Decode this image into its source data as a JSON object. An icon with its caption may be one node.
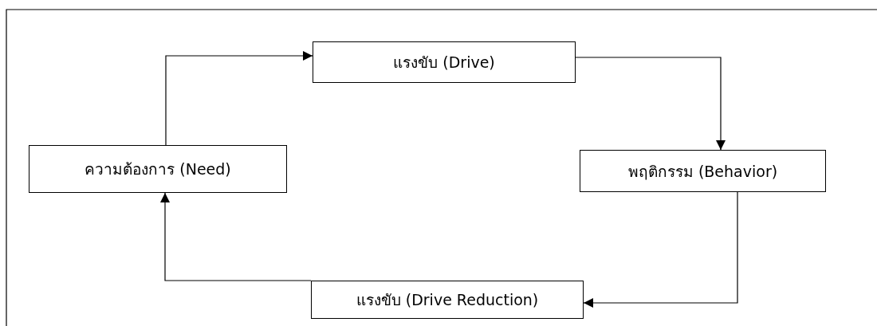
{
  "diagram": {
    "nodes": [
      {
        "text": [
          "ความต้องการ (Need)"
        ]
      },
      {
        "text": [
          "แรงขับ (Drive)"
        ]
      },
      {
        "text": [
          "พฤติกรรม (Behavior)"
        ]
      },
      {
        "text": [
          "แรงขับ (Drive Reduction)"
        ]
      }
    ],
    "edges": [
      {
        "from": 0,
        "to": 1,
        "arrow": "to"
      },
      {
        "from": 1,
        "to": 2,
        "arrow": "to"
      },
      {
        "from": 2,
        "to": 3,
        "arrow": "to"
      },
      {
        "from": 3,
        "to": 0,
        "arrow": "to"
      }
    ]
  }
}
